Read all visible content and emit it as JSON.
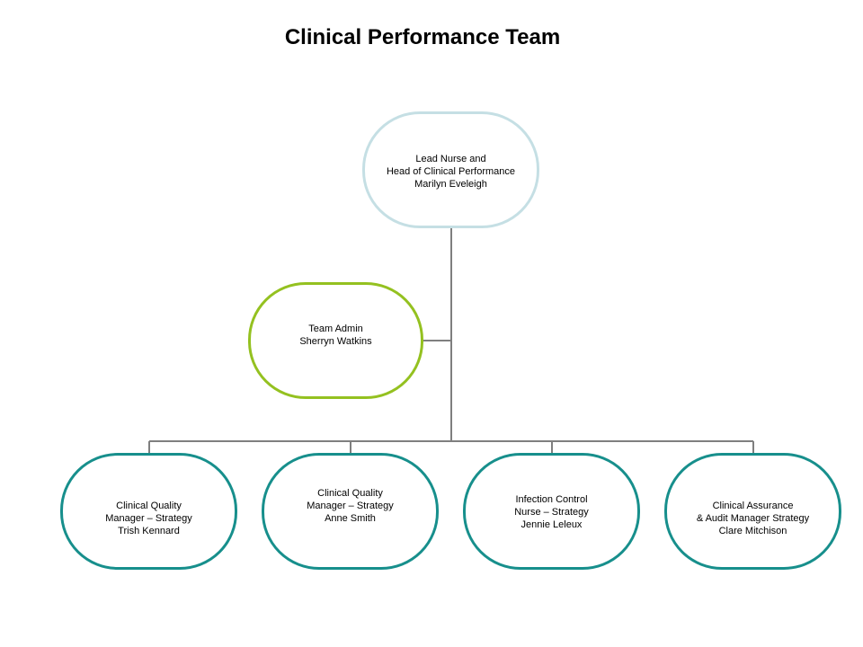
{
  "title": "Clinical Performance Team",
  "lead": {
    "lines": [
      "Lead Nurse and",
      "Head of Clinical Performance",
      "Marilyn Eveleigh"
    ]
  },
  "admin": {
    "lines": [
      "Team Admin",
      "Sherryn Watkins"
    ]
  },
  "children": [
    {
      "lines": [
        "Clinical Quality",
        "Manager – Strategy",
        "Trish Kennard"
      ]
    },
    {
      "lines": [
        "Clinical Quality",
        "Manager – Strategy",
        "Anne Smith"
      ]
    },
    {
      "lines": [
        "Infection Control",
        "Nurse – Strategy",
        "Jennie Leleux"
      ]
    },
    {
      "lines": [
        "Clinical Assurance",
        "& Audit Manager Strategy",
        "Clare Mitchison"
      ]
    }
  ],
  "colors": {
    "lead_border": "#c5dfe4",
    "admin_border": "#94c120",
    "child_border": "#178f8c",
    "connector": "#7f7f7f"
  }
}
